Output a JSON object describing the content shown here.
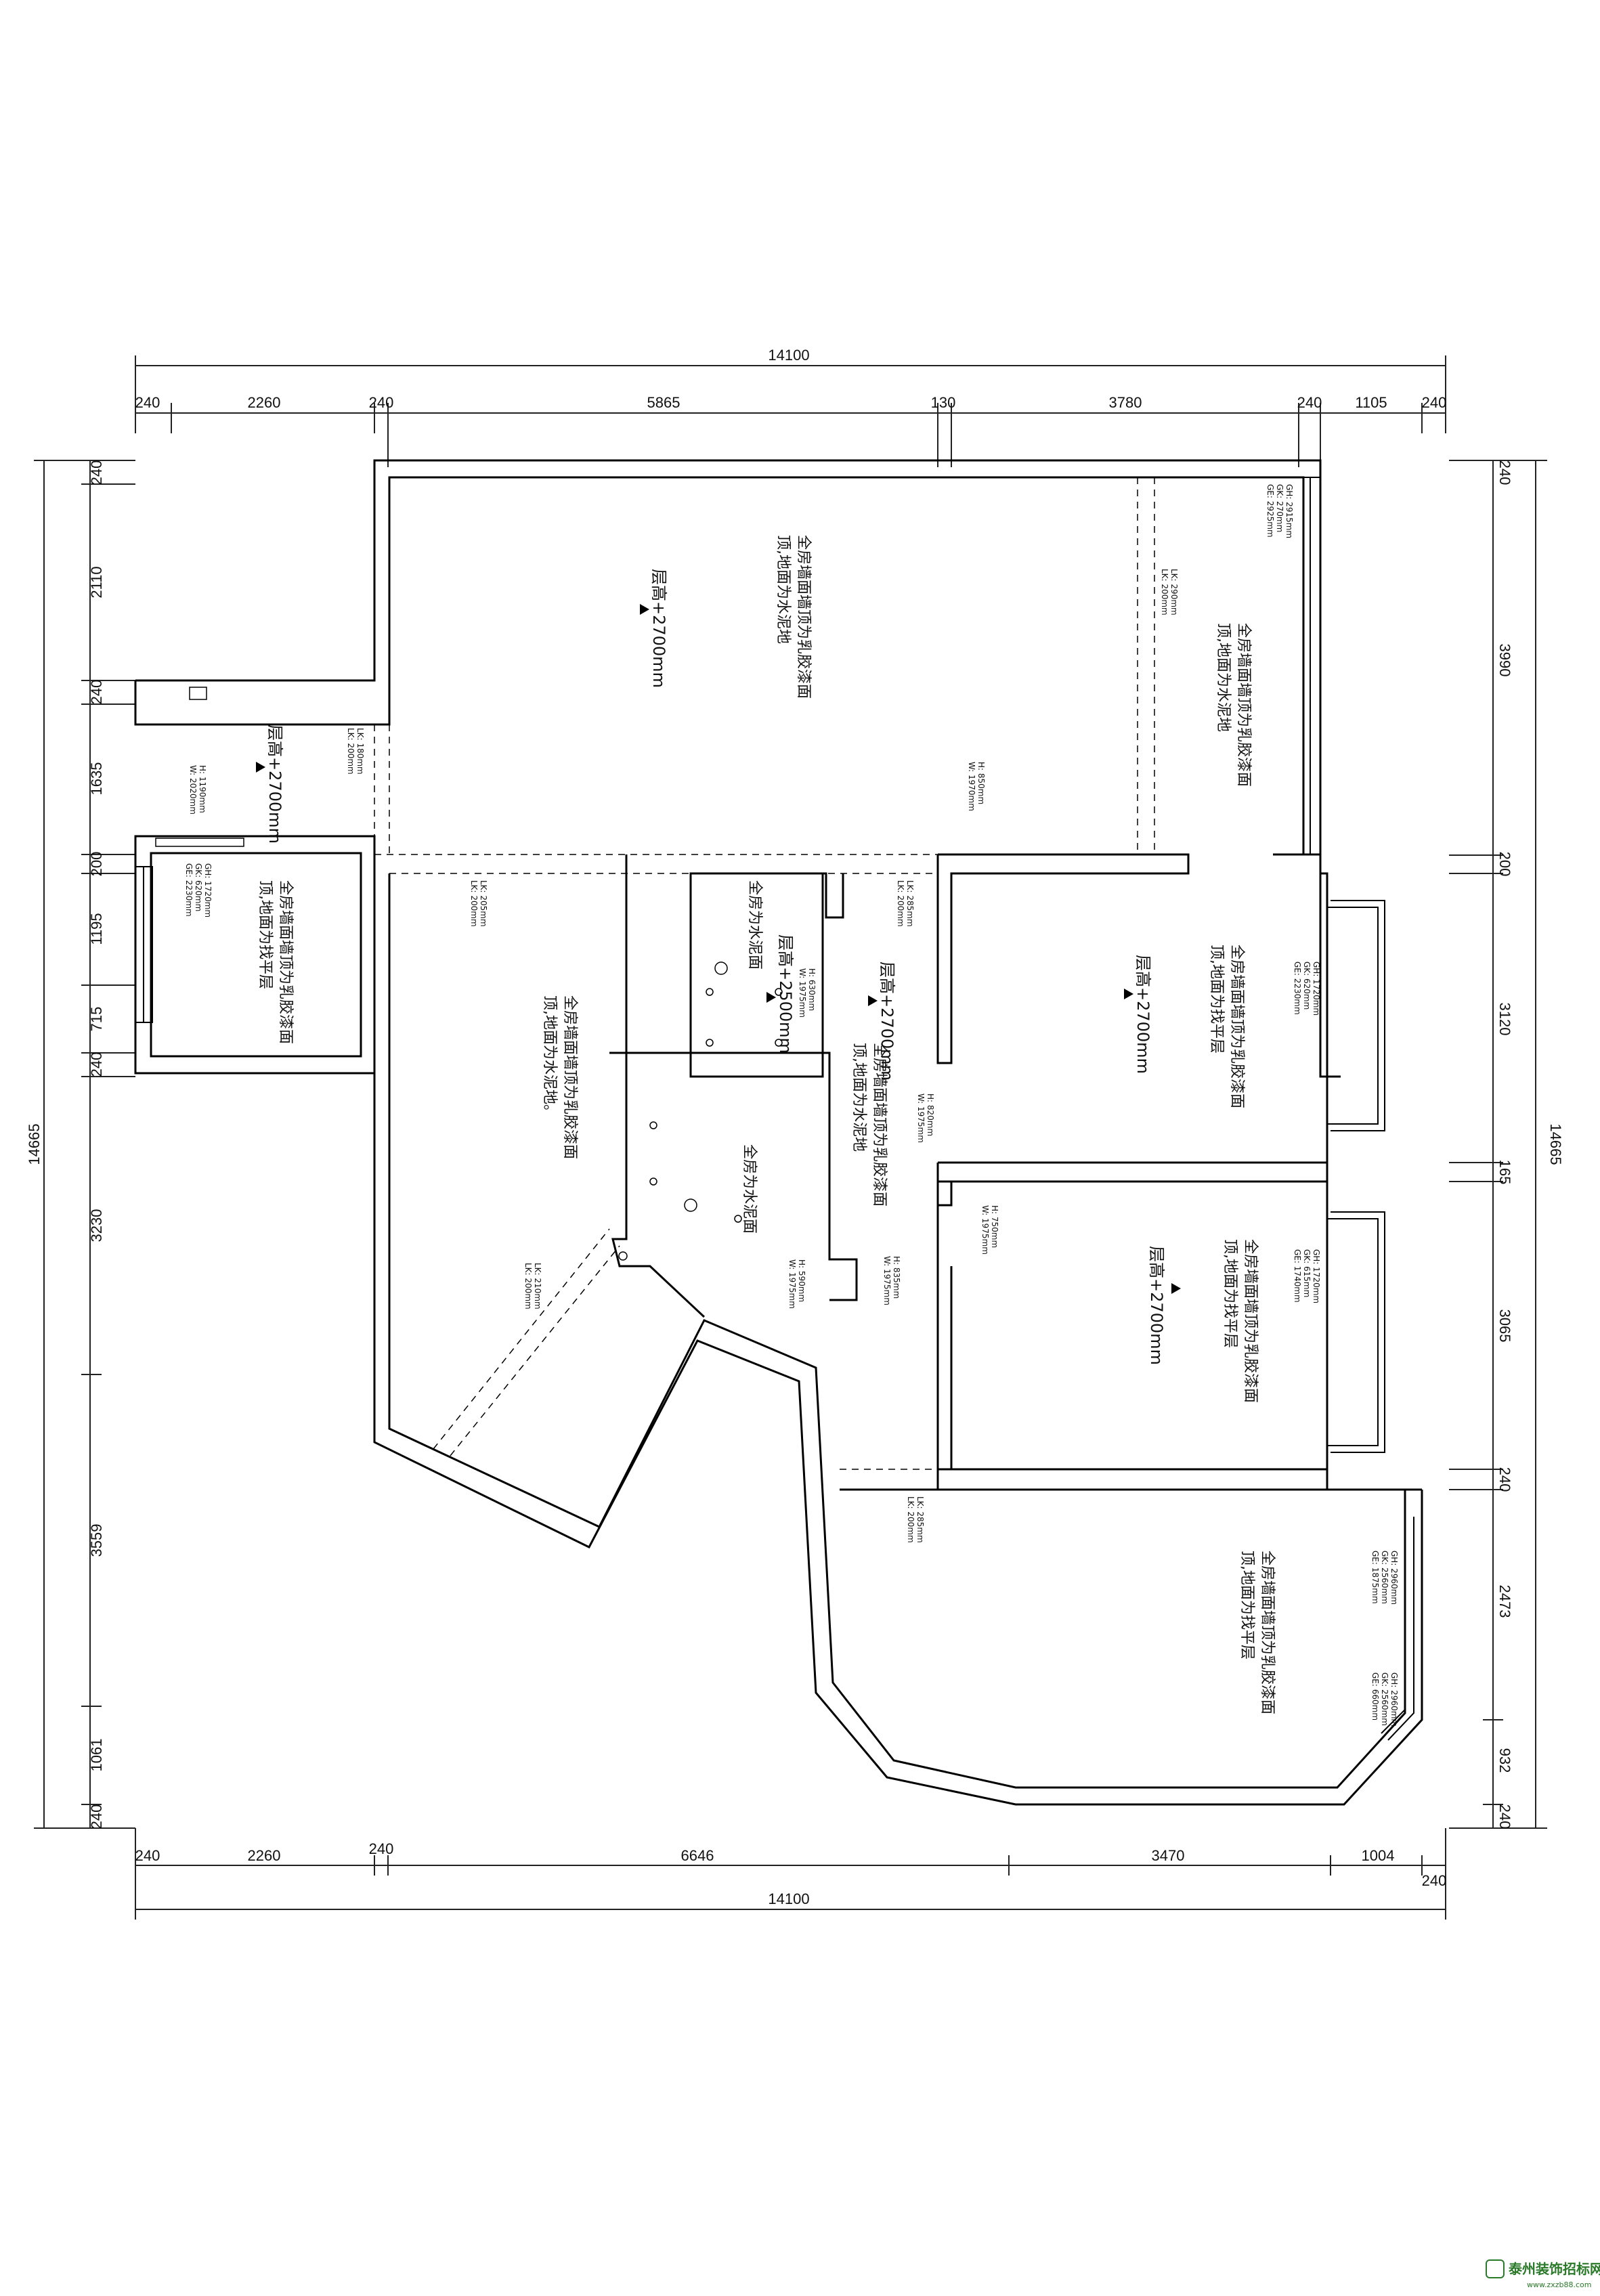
{
  "dimensions": {
    "top_total": "14100",
    "top_segments": [
      "240",
      "2260",
      "240",
      "5865",
      "130",
      "3780",
      "240",
      "1105",
      "240"
    ],
    "bottom_segments": [
      "240",
      "2260",
      "240",
      "6646",
      "3470",
      "1004"
    ],
    "bottom_total": "14100",
    "bottom_extra": "240",
    "left_total": "14665",
    "left_segments": [
      "240",
      "2110",
      "240",
      "1635",
      "200",
      "1195",
      "715",
      "240",
      "3230",
      "3559",
      "1061",
      "240"
    ],
    "right_total": "14665",
    "right_segments": [
      "240",
      "3990",
      "200",
      "3120",
      "165",
      "3065",
      "240",
      "2473",
      "932",
      "240"
    ]
  },
  "level_marks": {
    "living": "层高+2700mm",
    "top_room": "层高+2700mm",
    "bed_mid": "层高+2700mm",
    "bed_low": "层高+2700mm",
    "bath": "层高+2500mm",
    "corridor": "层高+2700mm"
  },
  "notes": {
    "wall_latex": "全房墙面墙顶为乳胶漆面",
    "floor_tile": "顶,地面为找平层",
    "floor_sand": "顶,地面为水泥地",
    "floor_sand_period": "顶,地面为水泥地。",
    "water": "全房为水泥面",
    "water2": "全房为水泥面"
  },
  "small_notes": {
    "door_a": [
      "LK: 180mm",
      "LK: 200mm"
    ],
    "door_b": [
      "LK: 290mm",
      "LK: 200mm"
    ],
    "door_c": [
      "LK: 285mm",
      "LK: 200mm"
    ],
    "door_d": [
      "LK: 205mm",
      "LK: 200mm"
    ],
    "door_e": [
      "LK: 210mm",
      "LK: 200mm"
    ],
    "win_a": [
      "GH: 2915mm",
      "GK: 270mm",
      "GE: 2925mm"
    ],
    "win_b": [
      "GH: 1720mm",
      "GK: 620mm",
      "GE: 2230mm"
    ],
    "win_c": [
      "GH: 1720mm",
      "GK: 615mm",
      "GE: 1740mm"
    ],
    "win_d": [
      "GH: 2960mm",
      "GK: 2560mm",
      "GE: 1875mm"
    ],
    "win_e": [
      "GH: 2960mm",
      "GK: 2560mm",
      "GE: 660mm"
    ],
    "h_a": [
      "H: 1190mm",
      "W: 2020mm"
    ],
    "h_b": [
      "H: 850mm",
      "W: 1970mm"
    ],
    "h_c": [
      "H: 630mm",
      "W: 1975mm"
    ],
    "h_d": [
      "H: 820mm",
      "W: 1975mm"
    ],
    "h_e": [
      "H: 750mm",
      "W: 1975mm"
    ],
    "h_f": [
      "H: 835mm",
      "W: 1975mm"
    ],
    "h_g": [
      "H: 590mm",
      "W: 1975mm"
    ]
  },
  "watermark": {
    "brand": "泰州装饰招标网",
    "url": "www.zxzb88.com"
  },
  "colors": {
    "line": "#000000",
    "dim_line": "#222222",
    "watermark": "#2a7a2a"
  }
}
